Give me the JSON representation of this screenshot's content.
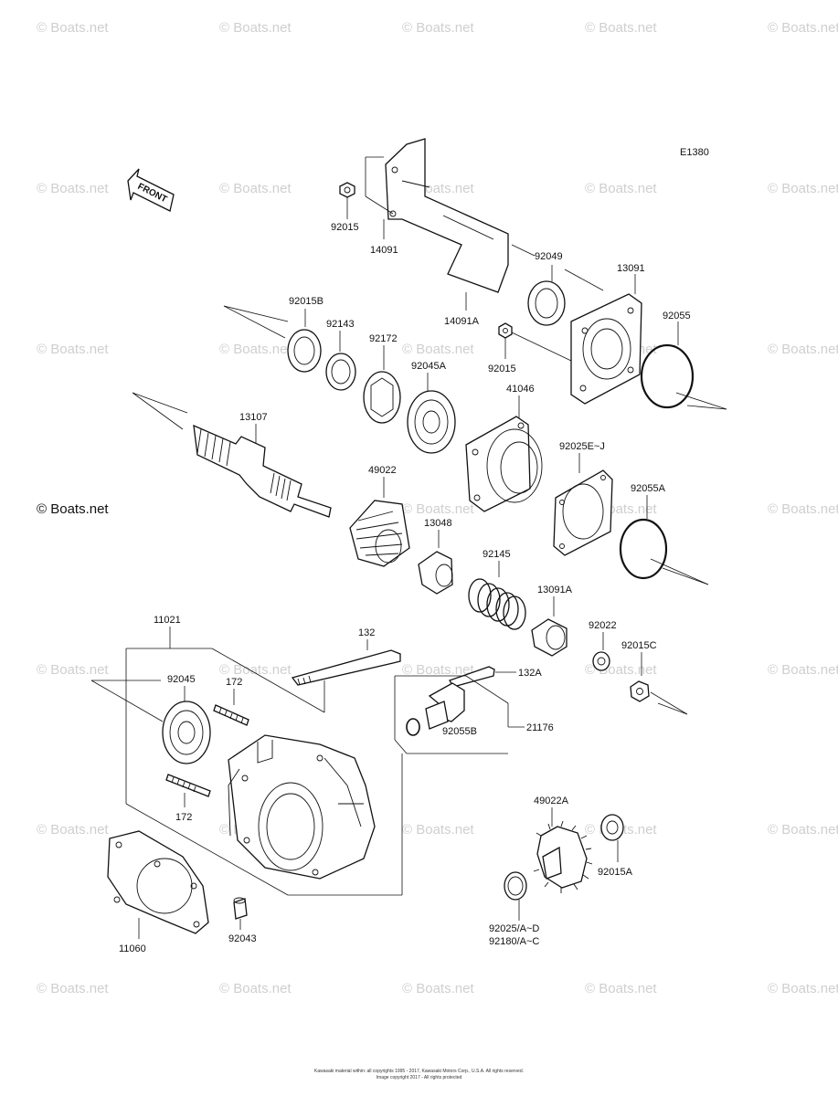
{
  "diagram_code": "E1380",
  "front_label": "FRONT",
  "watermark": "© Boats.net",
  "main_watermark": "© Boats.net",
  "copyright_line1": "Kawasaki material within: all copyrights 1995 - 2017, Kawasaki Motors Corp., U.S.A. All rights reserved.",
  "copyright_line2": "Image copyright 2017 - All rights protected",
  "parts": {
    "p92015": "92015",
    "p14091": "14091",
    "p14091A": "14091A",
    "p92049": "92049",
    "p13091": "13091",
    "p92055": "92055",
    "p92015B": "92015B",
    "p92143": "92143",
    "p92172": "92172",
    "p92045A": "92045A",
    "p92015_2": "92015",
    "p41046": "41046",
    "p13107": "13107",
    "p49022": "49022",
    "p92025EJ": "92025E~J",
    "p92055A": "92055A",
    "p13048": "13048",
    "p92145": "92145",
    "p13091A": "13091A",
    "p92022": "92022",
    "p92015C": "92015C",
    "p11021": "11021",
    "p132": "132",
    "p132A": "132A",
    "p92045": "92045",
    "p172a": "172",
    "p92055B": "92055B",
    "p21176": "21176",
    "p172b": "172",
    "p49022A": "49022A",
    "p92015A": "92015A",
    "p11060": "11060",
    "p92043": "92043",
    "p92025AD": "92025/A~D",
    "p92180AC": "92180/A~C"
  }
}
